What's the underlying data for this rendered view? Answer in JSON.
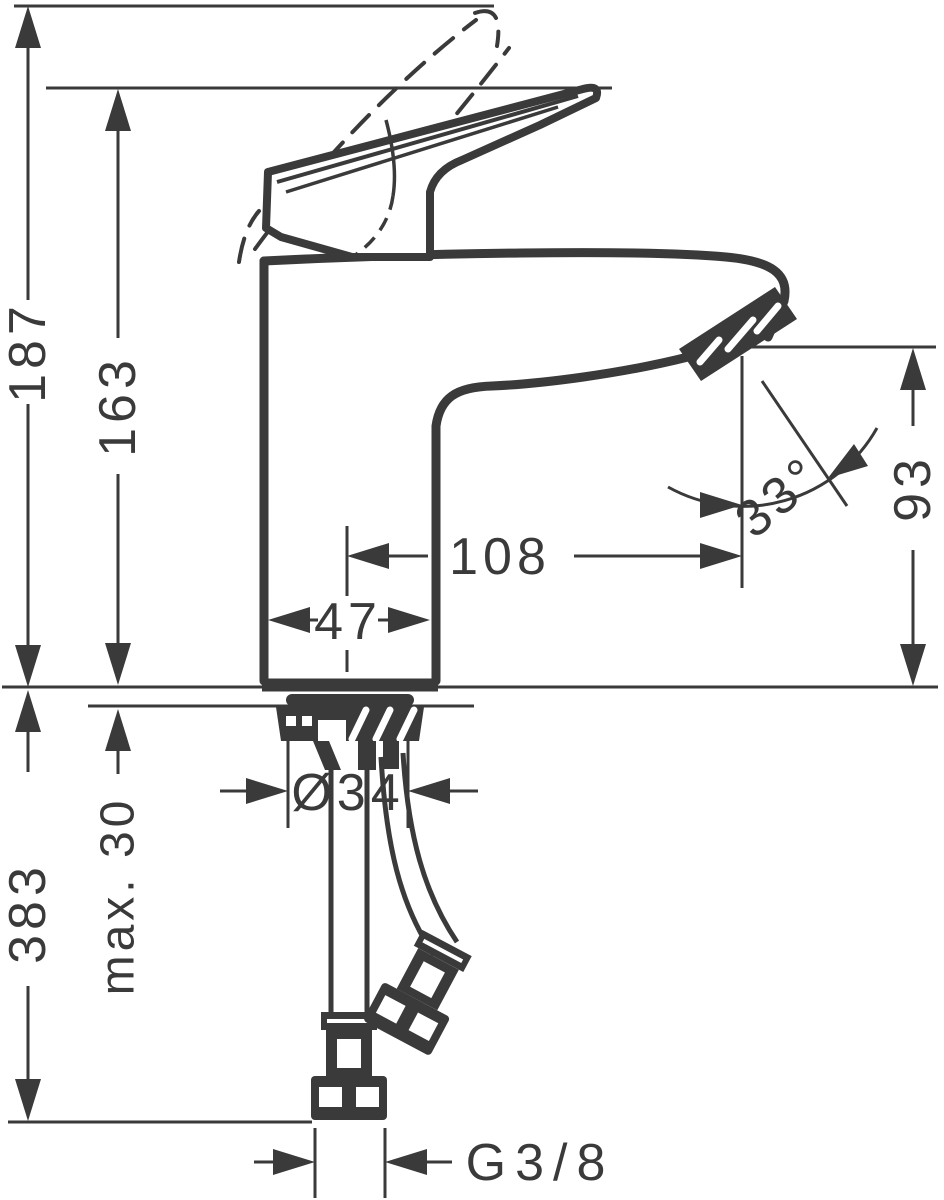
{
  "style": {
    "ink_color": "#3a3a3a",
    "background_color": "#ffffff"
  },
  "drawing_type": "faucet-dimension-drawing",
  "labels": {
    "total_height": "187",
    "handle_height": "163",
    "outlet_height": "93",
    "spout_reach": "108",
    "body_width": "47",
    "outlet_angle": "33°",
    "shank_diameter": "Ø34",
    "max_mounting_thickness": "max. 30",
    "below_deck_depth": "383",
    "connection_thread": "G3/8"
  }
}
